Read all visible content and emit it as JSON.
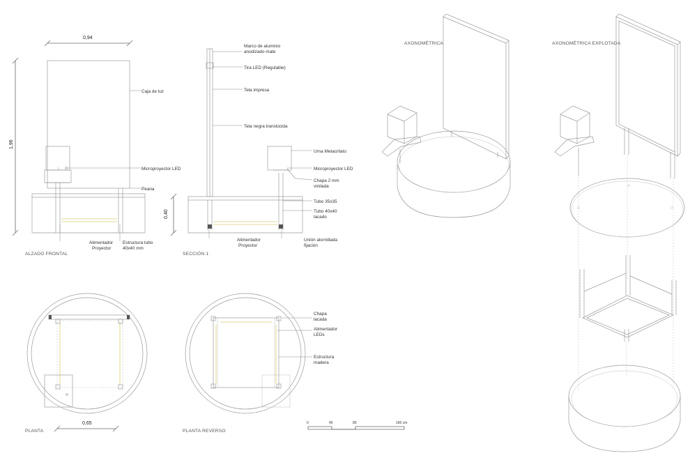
{
  "views": {
    "frontal": "ALZADO FRONTAL",
    "section": "SECCIÓN 1",
    "plan": "PLANTA",
    "plan_reverse": "PLANTA REVERSO",
    "axo": "AXONOMÉTRICA",
    "axo_exploded": "AXONOMÉTRICA EXPLOTADA"
  },
  "dimensions": {
    "width": "0,94",
    "height": "1,96",
    "base_height": "0,40",
    "plan_width": "0,65"
  },
  "labels": {
    "lightbox": "Caja de luz",
    "microprojector_front": "Microproyector LED",
    "pedestal": "Peana",
    "power_front_1": "Alimentador",
    "power_front_2": "Proyector",
    "structure_front_1": "Estructura tubo",
    "structure_front_2": "40x40 mm",
    "frame_1": "Marco de aluminio",
    "frame_2": "anodizado mate",
    "led_strip": "Tira LED (Regulable)",
    "printed_fabric": "Tela impresa",
    "black_fabric": "Tela negra translúcida",
    "urn": "Urna Metacrilato",
    "microprojector_section": "Microproyector LED",
    "sheet_1": "Chapa 2 mm",
    "sheet_2": "vinilada",
    "tube_35": "Tubo 35x35",
    "tube_40_1": "Tubo 40x40",
    "tube_40_2": "lacado",
    "power_section_1": "Alimentador",
    "power_section_2": "Proyector",
    "bolted_1": "Unión atornillada",
    "bolted_2": "fijación",
    "plate_1": "Chapa",
    "plate_2": "lacada",
    "power_leds_1": "Alimentador",
    "power_leds_2": "LEDs",
    "wood_1": "Estructura",
    "wood_2": "madera"
  },
  "scale": {
    "ticks": [
      "0",
      "40",
      "80",
      "160 cm"
    ]
  }
}
